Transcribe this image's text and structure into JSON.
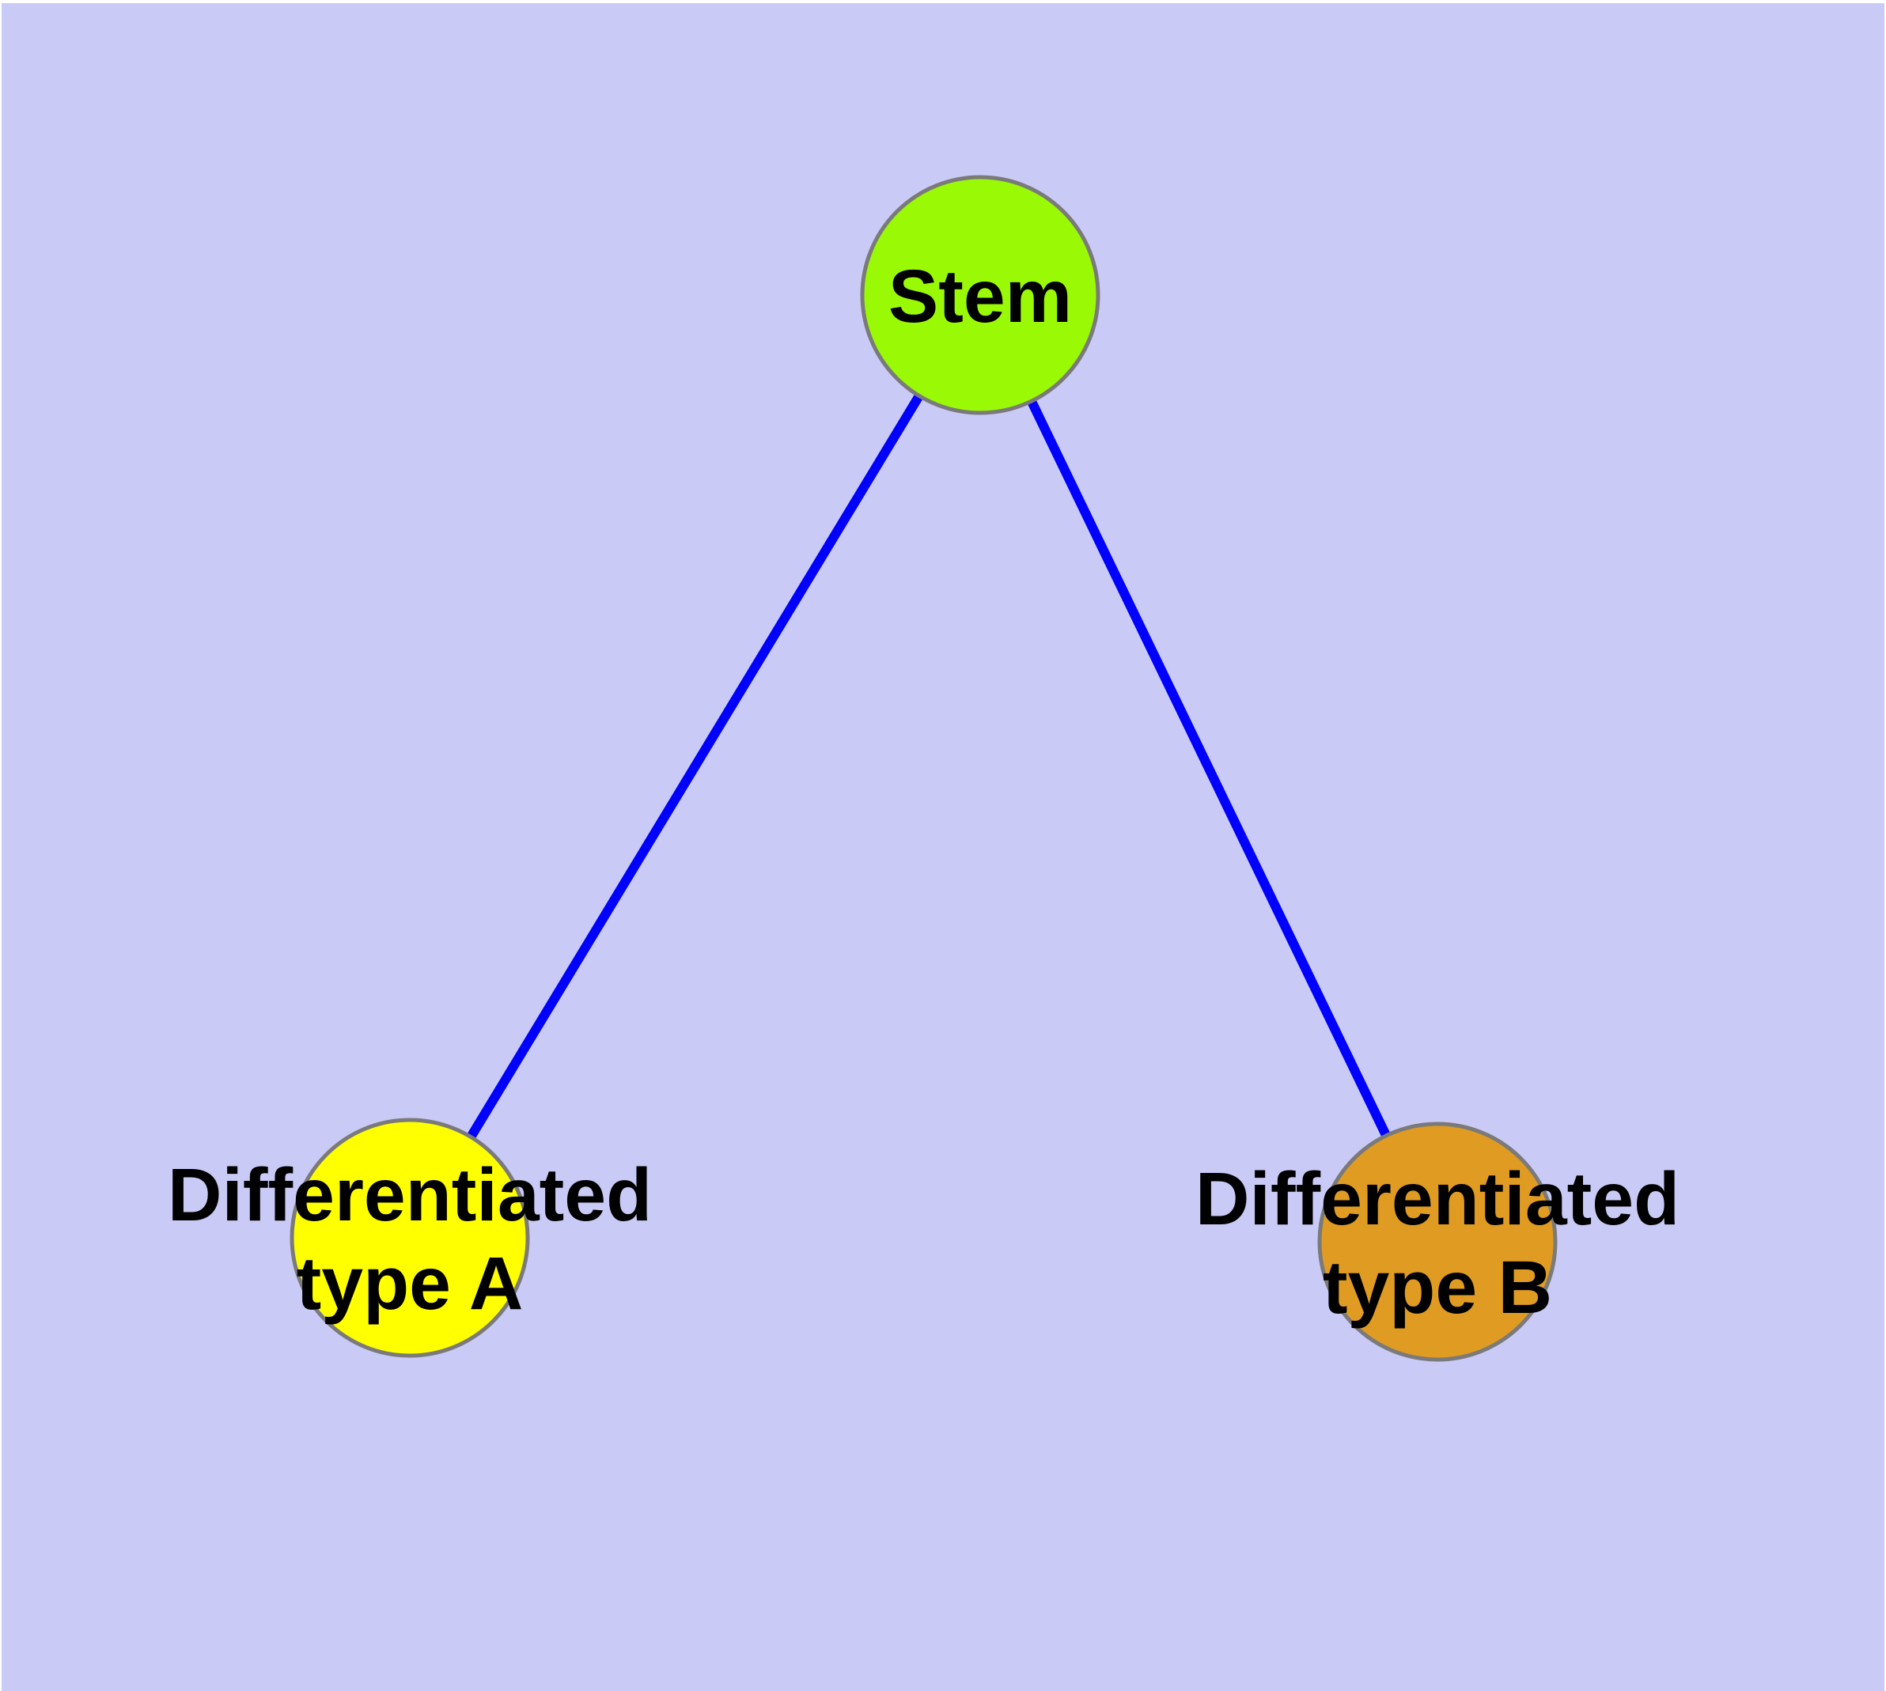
{
  "diagram": {
    "type": "graph",
    "description": "Stem cell differentiation graph with one parent node and two child nodes",
    "background_color": "#CACAF7",
    "edge_color": "#0000FF",
    "node_border_color": "#7A7A7A",
    "label_color": "#000000",
    "nodes": [
      {
        "id": "stem",
        "label": "Stem",
        "lines": [
          "Stem"
        ],
        "color": "#9AFA05"
      },
      {
        "id": "differentiated-type-a",
        "label": "Differentiated type A",
        "lines": [
          "Differentiated",
          "type A"
        ],
        "color": "#FFFF00"
      },
      {
        "id": "differentiated-type-b",
        "label": "Differentiated type B",
        "lines": [
          "Differentiated",
          "type B"
        ],
        "color": "#E09B22"
      }
    ],
    "edges": [
      {
        "from": "Stem",
        "to": "Differentiated type A"
      },
      {
        "from": "Stem",
        "to": "Differentiated type B"
      }
    ]
  }
}
